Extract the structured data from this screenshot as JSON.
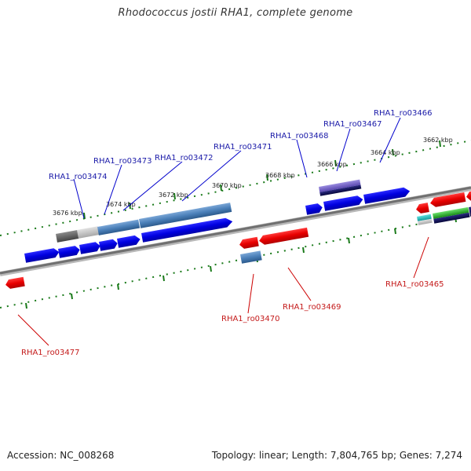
{
  "header": {
    "title": "Rhodococcus jostii RHA1, complete genome"
  },
  "footer": {
    "accession": "Accession: NC_008268",
    "summary": "Topology: linear; Length: 7,804,765 bp; Genes: 7,274"
  },
  "ruler_ticks": [
    "3676 kbp",
    "3674 kbp",
    "3672 kbp",
    "3670 kbp",
    "3668 kbp",
    "3666 kbp",
    "3664 kbp",
    "3662 kbp"
  ],
  "forward_labels": [
    "RHA1_ro03474",
    "RHA1_ro03473",
    "RHA1_ro03472",
    "RHA1_ro03471",
    "RHA1_ro03468",
    "RHA1_ro03467",
    "RHA1_ro03466"
  ],
  "reverse_labels": [
    "RHA1_ro03477",
    "RHA1_ro03470",
    "RHA1_ro03469",
    "RHA1_ro03465"
  ],
  "colors": {
    "forward_strand": "#0000ee",
    "reverse_strand": "#ee0000",
    "forward_label": "#1a1aa8",
    "reverse_label": "#c41a1a",
    "tick_green": "#1a7a1a",
    "backbone": "#808080"
  }
}
